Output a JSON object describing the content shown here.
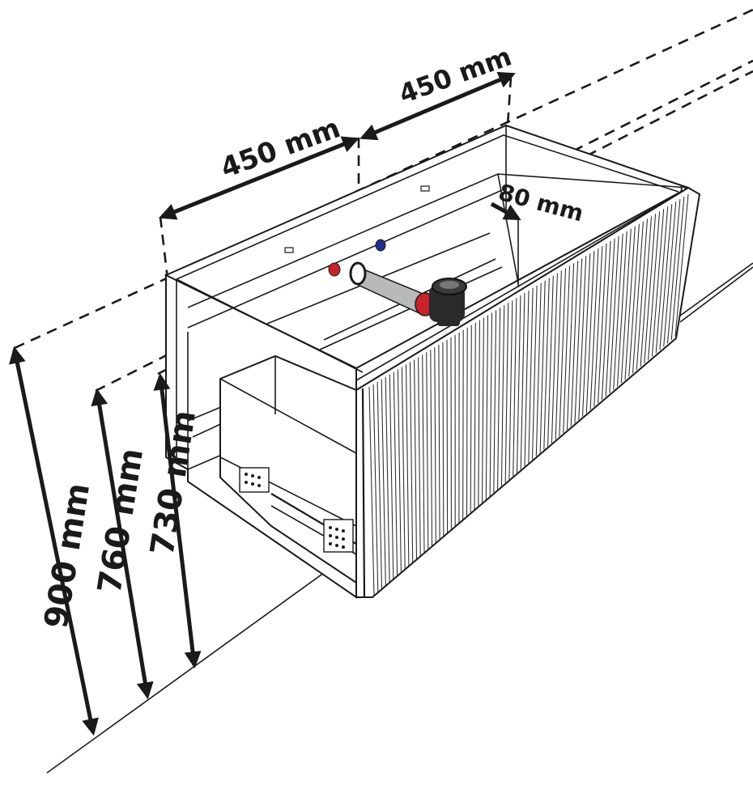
{
  "dimensions": {
    "width_left": "450 mm",
    "width_right": "450 mm",
    "depth_offset": "80 mm",
    "height_top": "900 mm",
    "height_mid": "760 mm",
    "height_low": "730 mm"
  },
  "colors": {
    "line": "#1a1a1a",
    "hot_valve": "#c8232b",
    "cold_valve": "#1f2f8a",
    "drain_pipe": "#b9b9b9",
    "siphon": "#2a2a2a"
  },
  "icons": {
    "hot_connector": "red-circle-icon",
    "cold_connector": "blue-circle-icon",
    "siphon": "siphon-icon",
    "drawer_runner": "drawer-runner-icon"
  }
}
